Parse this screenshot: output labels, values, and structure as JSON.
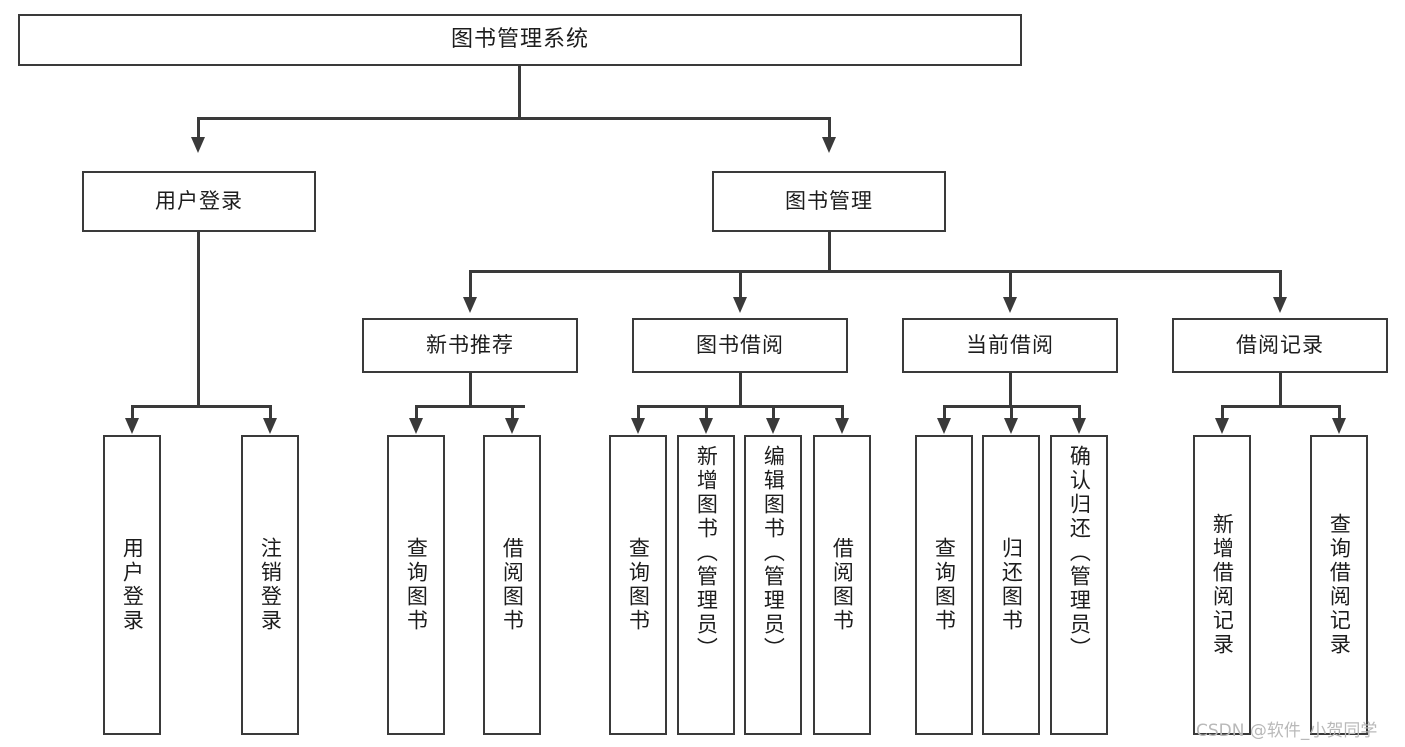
{
  "diagram": {
    "type": "tree-hierarchy",
    "title": "图书管理系统",
    "orientation": "top-down",
    "colors": {
      "line": "#3a3a3a",
      "box_fill": "#ffffff",
      "text": "#1d1d1d",
      "watermark": "#b9b9b9"
    }
  },
  "root": {
    "label": "图书管理系统"
  },
  "level2": [
    {
      "id": "user-login",
      "label": "用户登录"
    },
    {
      "id": "book-management",
      "label": "图书管理"
    }
  ],
  "level3": [
    {
      "id": "new-book-recommend",
      "label": "新书推荐"
    },
    {
      "id": "book-borrow",
      "label": "图书借阅"
    },
    {
      "id": "current-borrow",
      "label": "当前借阅"
    },
    {
      "id": "borrow-record",
      "label": "借阅记录"
    }
  ],
  "leaves": {
    "user_login": [
      {
        "id": "leaf-user-login",
        "label": "用户登录"
      },
      {
        "id": "leaf-logout-login",
        "label": "注销登录"
      }
    ],
    "new_book_recommend": [
      {
        "id": "leaf-query-book-1",
        "label": "查询图书"
      },
      {
        "id": "leaf-borrow-book-1",
        "label": "借阅图书"
      }
    ],
    "book_borrow": [
      {
        "id": "leaf-query-book-2",
        "label": "查询图书"
      },
      {
        "id": "leaf-add-book",
        "label": "新增图书（管理员）"
      },
      {
        "id": "leaf-edit-book",
        "label": "编辑图书（管理员）"
      },
      {
        "id": "leaf-borrow-book-2",
        "label": "借阅图书"
      }
    ],
    "current_borrow": [
      {
        "id": "leaf-query-book-3",
        "label": "查询图书"
      },
      {
        "id": "leaf-return-book",
        "label": "归还图书"
      },
      {
        "id": "leaf-confirm-return",
        "label": "确认归还（管理员）"
      }
    ],
    "borrow_record": [
      {
        "id": "leaf-add-record",
        "label": "新增借阅记录"
      },
      {
        "id": "leaf-query-record",
        "label": "查询借阅记录"
      }
    ]
  },
  "watermark": {
    "text": "CSDN @软件_小贺同学"
  }
}
